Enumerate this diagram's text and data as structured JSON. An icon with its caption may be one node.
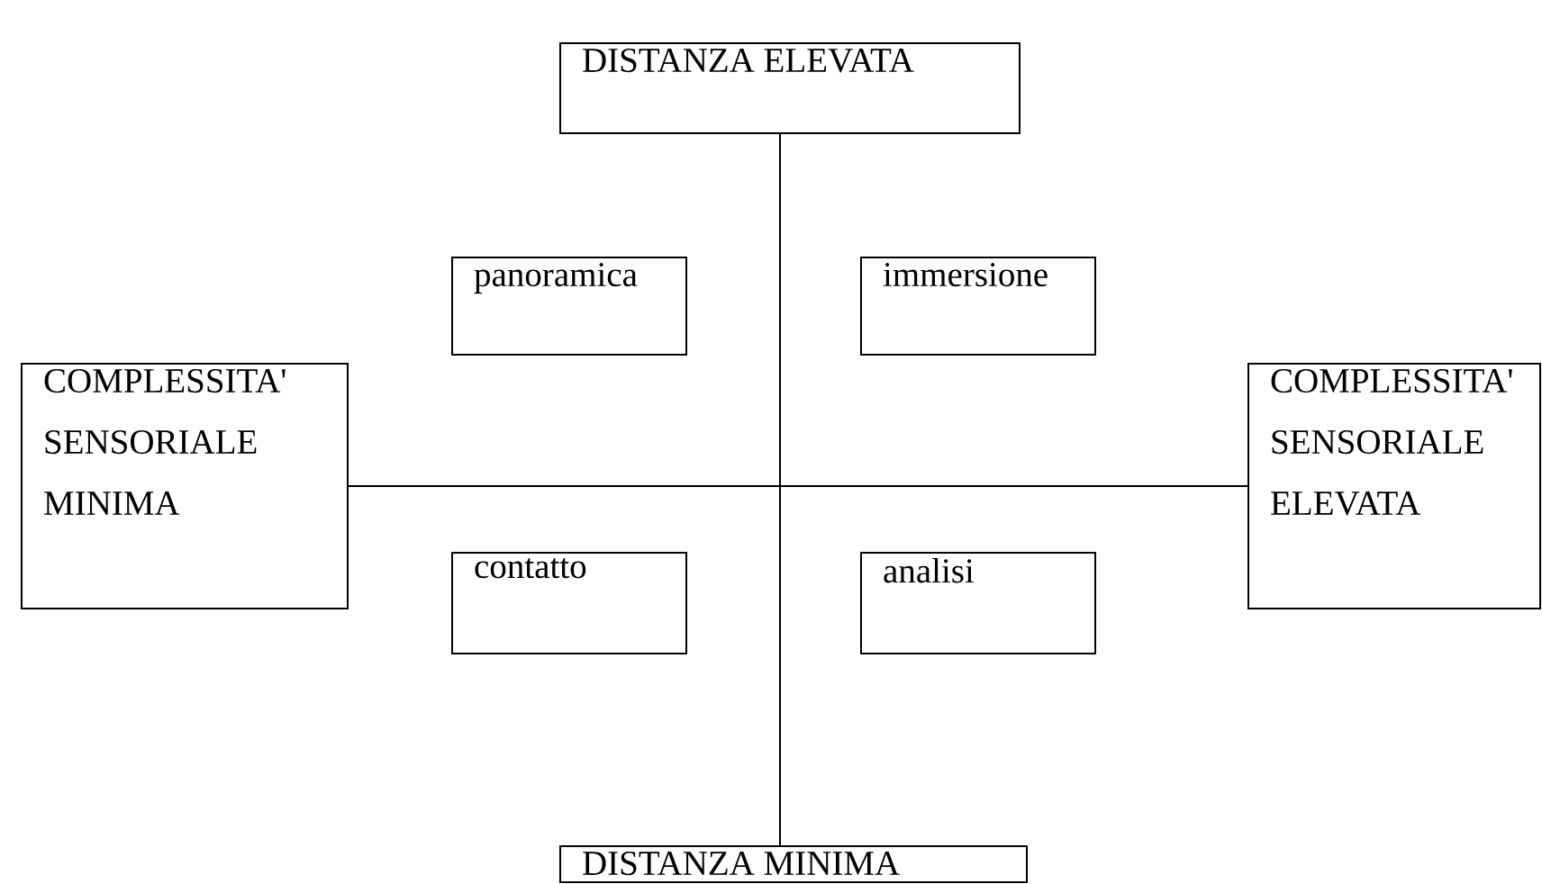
{
  "diagram": {
    "nodes": [
      {
        "text": [
          "DISTANZA ELEVATA"
        ]
      },
      {
        "text": [
          "panoramica"
        ]
      },
      {
        "text": [
          "immersione"
        ]
      },
      {
        "text": [
          "COMPLESSITA' SENSORIALE MINIMA"
        ]
      },
      {
        "text": [
          "COMPLESSITA' SENSORIALE ELEVATA"
        ]
      },
      {
        "text": [
          "contatto"
        ]
      },
      {
        "text": [
          "analisi"
        ]
      },
      {
        "text": [
          "DISTANZA MINIMA"
        ]
      }
    ],
    "edges": [
      {
        "from": 0,
        "to": 7,
        "arrow": "none"
      },
      {
        "from": 3,
        "to": 4,
        "arrow": "none"
      }
    ]
  }
}
